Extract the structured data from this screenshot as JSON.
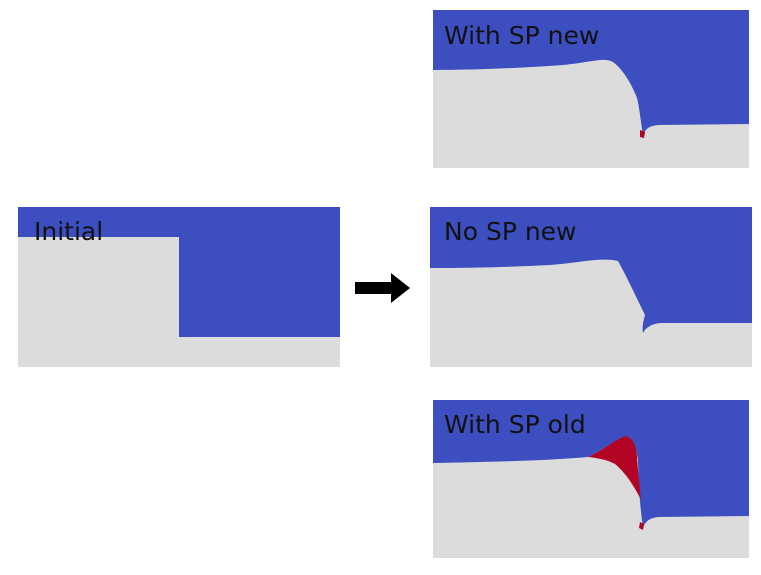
{
  "colors": {
    "water": "#3d4fc0",
    "solid": "#dcdcdc",
    "highlight": "#b40426",
    "arrow": "#000000",
    "text": "#111111"
  },
  "panels": {
    "initial": {
      "label": "Initial"
    },
    "with_sp_new": {
      "label": "With SP new"
    },
    "no_sp_new": {
      "label": "No SP new"
    },
    "with_sp_old": {
      "label": "With SP old"
    }
  }
}
